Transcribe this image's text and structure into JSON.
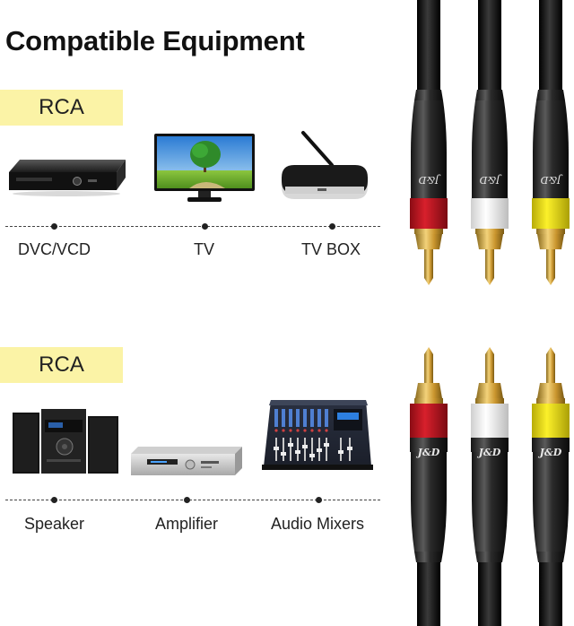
{
  "title": "Compatible Equipment",
  "sections": [
    {
      "label": "RCA",
      "devices": [
        {
          "name": "DVC/VCD",
          "icon": "dvd-player-icon"
        },
        {
          "name": "TV",
          "icon": "tv-icon"
        },
        {
          "name": "TV BOX",
          "icon": "tv-box-icon"
        }
      ]
    },
    {
      "label": "RCA",
      "devices": [
        {
          "name": "Speaker",
          "icon": "speaker-system-icon"
        },
        {
          "name": "Amplifier",
          "icon": "amplifier-icon"
        },
        {
          "name": "Audio Mixers",
          "icon": "audio-mixer-icon"
        }
      ]
    }
  ],
  "connector_brand": "J&D",
  "colors": {
    "label_bg": "#fbf3a6",
    "red_ring": "#c0121e",
    "white_ring": "#f4f4f4",
    "yellow_ring": "#f2e50f",
    "gold": "#d4a63a"
  }
}
